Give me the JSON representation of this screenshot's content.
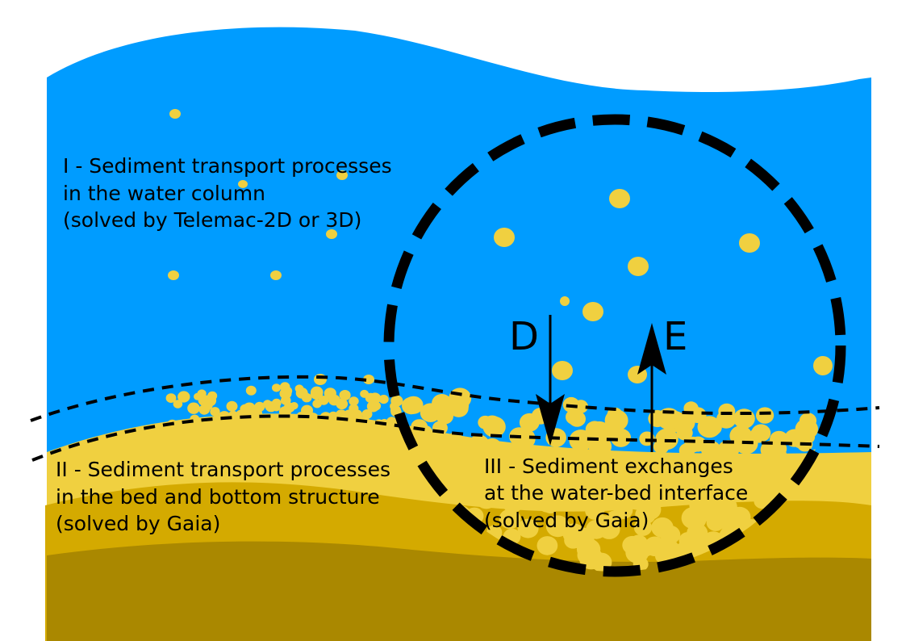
{
  "colors": {
    "water": "#009cff",
    "sediment": "#f0d040",
    "bed_middle": "#d4aa00",
    "bed_bottom": "#aa8800",
    "outline": "#000000"
  },
  "zones": {
    "water_column": {
      "line1": "I - Sediment transport processes",
      "line2": "in the water column",
      "line3": "(solved by Telemac-2D or 3D)"
    },
    "bed": {
      "line1": "II - Sediment transport processes",
      "line2": "in the bed and bottom structure",
      "line3": "(solved by Gaia)"
    },
    "interface": {
      "line1": "III - Sediment exchanges",
      "line2": "at the water-bed interface",
      "line3": "(solved by Gaia)"
    }
  },
  "fluxes": {
    "deposition": "D",
    "erosion": "E"
  }
}
